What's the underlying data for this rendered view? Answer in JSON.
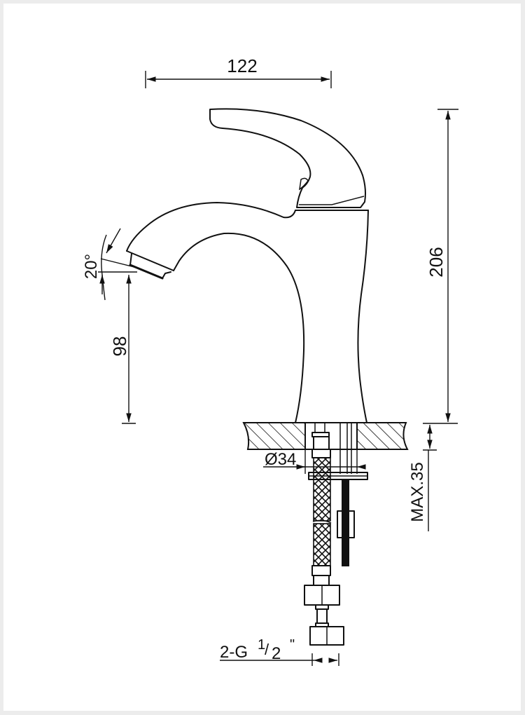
{
  "drawing": {
    "subject": "Single-lever basin faucet technical dimension drawing",
    "units": "mm",
    "colors": {
      "line": "#111111",
      "background": "#ffffff",
      "frame": "#ececec"
    },
    "dimensions": {
      "spout_reach": "122",
      "overall_height": "206",
      "spout_height": "98",
      "spout_angle": "20°",
      "hole_diameter": "Ø34",
      "max_deck_thickness": "MAX.35",
      "connection_prefix": "2-G",
      "connection_fraction": "1/2",
      "connection_numerator": "1",
      "connection_slash": "/",
      "connection_denominator": "2",
      "connection_inch": "\""
    }
  }
}
